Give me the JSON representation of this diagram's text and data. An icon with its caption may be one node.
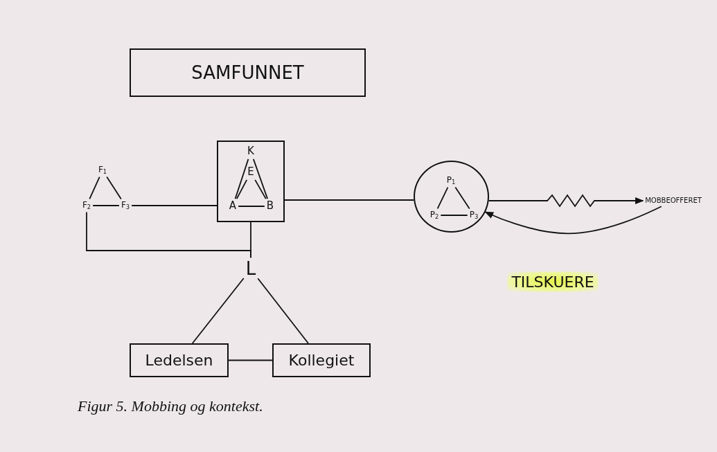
{
  "diagram": {
    "caption": "Figur 5. Mobbing og kontekst.",
    "nodes": [
      {
        "text": [
          "SAMFUNNET"
        ]
      },
      {
        "text": [
          "F$_{1}$"
        ]
      },
      {
        "text": [
          "F$_{2}$"
        ]
      },
      {
        "text": [
          "F$_{3}$"
        ]
      },
      {
        "text": [],
        "shape": "box"
      },
      {
        "text": [
          "K"
        ],
        "in": 4
      },
      {
        "text": [
          "E"
        ],
        "in": 4
      },
      {
        "text": [
          "A"
        ],
        "in": 4
      },
      {
        "text": [
          "B"
        ],
        "in": 4
      },
      {
        "text": [],
        "shape": "circle"
      },
      {
        "text": [
          "P$_{1}$"
        ],
        "in": 9
      },
      {
        "text": [
          "P$_{2}$"
        ],
        "in": 9
      },
      {
        "text": [
          "P$_{3}$"
        ],
        "in": 9
      },
      {
        "text": [
          "MOBBEOFFERET"
        ]
      },
      {
        "text": [
          "L"
        ]
      },
      {
        "text": [
          "Ledelsen"
        ]
      },
      {
        "text": [
          "Kollegiet"
        ]
      }
    ],
    "edges": [
      {
        "from": 1,
        "to": 2,
        "arrow": "none"
      },
      {
        "from": 1,
        "to": 3,
        "arrow": "none"
      },
      {
        "from": 2,
        "to": 3,
        "arrow": "none"
      },
      {
        "from": 3,
        "to": 4,
        "arrow": "none"
      },
      {
        "from": 5,
        "to": 7,
        "arrow": "none"
      },
      {
        "from": 5,
        "to": 8,
        "arrow": "none"
      },
      {
        "from": 6,
        "to": 7,
        "arrow": "none"
      },
      {
        "from": 6,
        "to": 8,
        "arrow": "none"
      },
      {
        "from": 7,
        "to": 8,
        "arrow": "none"
      },
      {
        "from": 4,
        "to": 9,
        "arrow": "none"
      },
      {
        "from": 10,
        "to": 11,
        "arrow": "none"
      },
      {
        "from": 10,
        "to": 12,
        "arrow": "none"
      },
      {
        "from": 11,
        "to": 12,
        "arrow": "none"
      },
      {
        "from": 9,
        "to": 13,
        "arrow": "to"
      },
      {
        "from": 13,
        "to": 9,
        "arrow": "to"
      },
      {
        "from": 2,
        "to": 14,
        "arrow": "none"
      },
      {
        "from": 4,
        "to": 14,
        "arrow": "none"
      },
      {
        "from": 14,
        "to": 15,
        "arrow": "none"
      },
      {
        "from": 14,
        "to": 16,
        "arrow": "none"
      },
      {
        "from": 15,
        "to": 16,
        "arrow": "none"
      }
    ],
    "labels": [
      "TILSKUERE"
    ]
  }
}
